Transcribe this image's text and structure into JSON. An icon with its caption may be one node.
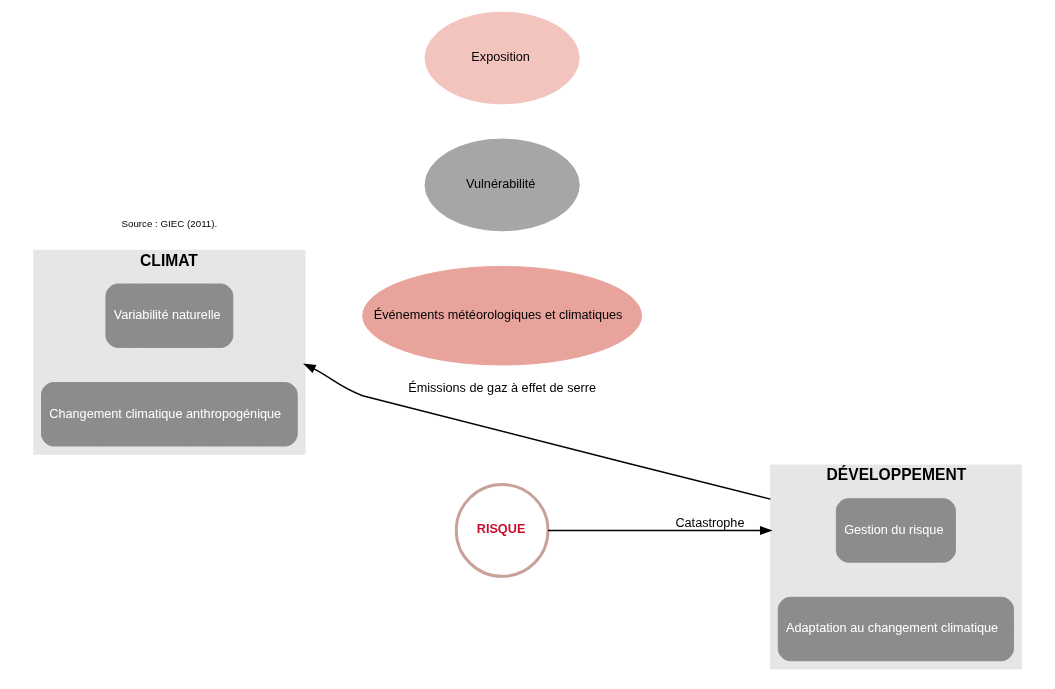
{
  "diagram": {
    "nodes": [
      {
        "text": [
          "CLIMAT"
        ]
      },
      {
        "text": [
          "Variabilité naturelle"
        ],
        "in": 0
      },
      {
        "text": [
          "Changement climatique anthropogénique"
        ],
        "in": 0
      },
      {
        "text": [
          "Événements météorologiques et climatiques"
        ]
      },
      {
        "text": [
          "Vulnérabilité"
        ]
      },
      {
        "text": [
          "Exposition"
        ]
      },
      {
        "text": [
          "RISQUE"
        ]
      },
      {
        "text": [
          "DÉVELOPPEMENT"
        ]
      },
      {
        "text": [
          "Gestion du risque"
        ],
        "in": 7
      },
      {
        "text": [
          "Adaptation au changement climatique"
        ],
        "in": 7
      }
    ],
    "edges": [
      {
        "from": 6,
        "to": 7,
        "arrow": "to",
        "label": "Catastrophe"
      },
      {
        "from": 7,
        "to": 0,
        "arrow": "to",
        "label": "Émissions de gaz à effet de serre"
      }
    ],
    "labels": [
      "Source : GIEC (2011)."
    ]
  }
}
